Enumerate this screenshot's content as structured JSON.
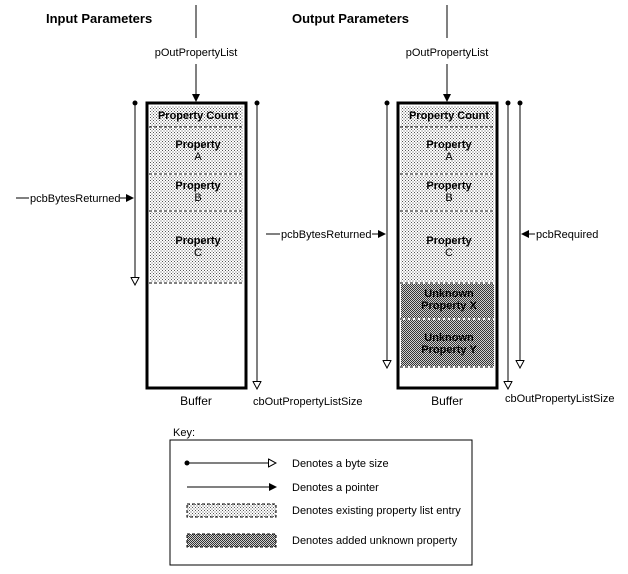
{
  "headings": {
    "input": "Input Parameters",
    "output": "Output Parameters"
  },
  "labels": {
    "pointer": "pOutPropertyList",
    "bytes_returned": "pcbBytesReturned",
    "required": "pcbRequired",
    "buffer": "Buffer",
    "list_size": "cbOutPropertyListSize"
  },
  "entries": {
    "count": "Property Count",
    "prop": "Property",
    "a": "A",
    "b": "B",
    "c": "C",
    "unknown_x": [
      "Unknown",
      "Property X"
    ],
    "unknown_y": [
      "Unknown",
      "Property Y"
    ]
  },
  "key": {
    "title": "Key:",
    "items": [
      "Denotes a byte size",
      "Denotes a pointer",
      "Denotes existing property list entry",
      "Denotes added unknown property"
    ]
  },
  "colors": {
    "ink": "#000000",
    "existing_fill": "#e6e6e6",
    "unknown_fill": "#a8a8a8",
    "background": "#ffffff"
  }
}
